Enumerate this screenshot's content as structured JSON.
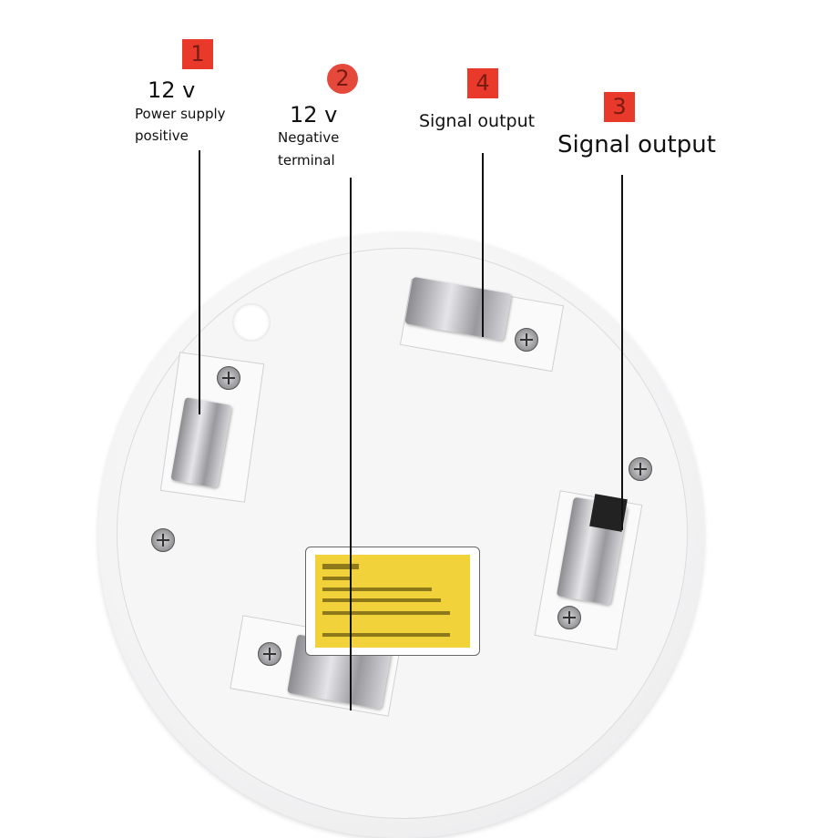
{
  "callouts": [
    {
      "number": "1",
      "voltage": "12 v",
      "description_line1": "Power supply",
      "description_line2": "positive"
    },
    {
      "number": "2",
      "voltage": "12 v",
      "description_line1": "Negative",
      "description_line2": "terminal"
    },
    {
      "number": "4",
      "description": "Signal output"
    },
    {
      "number": "3",
      "description": "Signal output"
    }
  ],
  "colors": {
    "badge": "#e8392b",
    "label_sticker": "#f2d23a"
  }
}
